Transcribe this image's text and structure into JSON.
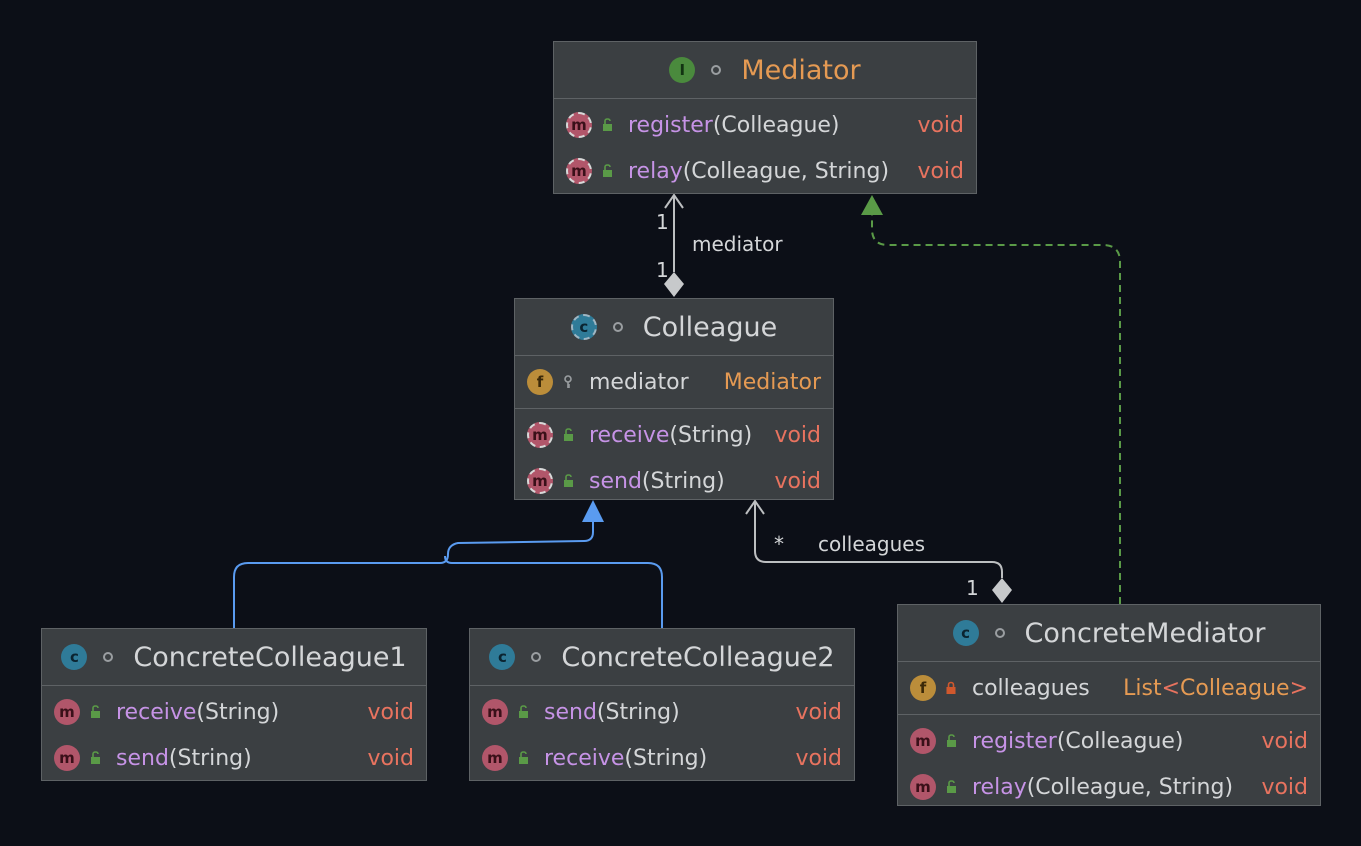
{
  "classes": {
    "mediator": {
      "name": "Mediator",
      "badge": "I",
      "methods": [
        {
          "name": "register",
          "params": "(Colleague)",
          "type": "void"
        },
        {
          "name": "relay",
          "params": "(Colleague, String)",
          "type": "void"
        }
      ]
    },
    "colleague": {
      "name": "Colleague",
      "badge": "c",
      "fields": [
        {
          "badge": "f",
          "name": "mediator",
          "type": "Mediator"
        }
      ],
      "methods": [
        {
          "name": "receive",
          "params": "(String)",
          "type": "void"
        },
        {
          "name": "send",
          "params": "(String)",
          "type": "void"
        }
      ]
    },
    "concrete_colleague1": {
      "name": "ConcreteColleague1",
      "badge": "c",
      "methods": [
        {
          "name": "receive",
          "params": "(String)",
          "type": "void"
        },
        {
          "name": "send",
          "params": "(String)",
          "type": "void"
        }
      ]
    },
    "concrete_colleague2": {
      "name": "ConcreteColleague2",
      "badge": "c",
      "methods": [
        {
          "name": "send",
          "params": "(String)",
          "type": "void"
        },
        {
          "name": "receive",
          "params": "(String)",
          "type": "void"
        }
      ]
    },
    "concrete_mediator": {
      "name": "ConcreteMediator",
      "badge": "c",
      "fields": [
        {
          "badge": "f",
          "name": "colleagues",
          "type_outer": "List",
          "type_open": "<",
          "type_inner": "Colleague",
          "type_close": ">"
        }
      ],
      "methods": [
        {
          "name": "register",
          "params": "(Colleague)",
          "type": "void"
        },
        {
          "name": "relay",
          "params": "(Colleague, String)",
          "type": "void"
        }
      ]
    }
  },
  "badges": {
    "method": "m"
  },
  "edges": {
    "mediator_role": "mediator",
    "mediator_mult_target": "1",
    "mediator_mult_source": "1",
    "colleagues_role": "colleagues",
    "colleagues_mult_target": "*",
    "colleagues_mult_source": "1"
  },
  "colors": {
    "background": "#0c0f17",
    "box": "#3b3f42",
    "interface_name": "#e59a53",
    "method_name": "#c693e6",
    "return_type": "#e8735f",
    "inheritance": "#5a9bf0",
    "realization": "#5a9a47",
    "association": "#bdbfc1"
  }
}
